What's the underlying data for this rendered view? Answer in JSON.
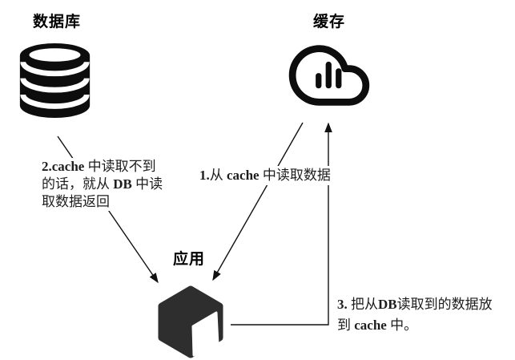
{
  "canvas": {
    "bg": "#ffffff"
  },
  "colors": {
    "ink": "#0d0d0d",
    "hex_fill": "#2e2e2e",
    "text": "#1d1d1d"
  },
  "nodes": {
    "database": {
      "label": "数据库",
      "icon": "database-icon"
    },
    "cache": {
      "label": "缓存",
      "icon": "cloud-stats-icon"
    },
    "app": {
      "label": "应用",
      "icon": "cube-icon"
    }
  },
  "annotations": {
    "step1": {
      "lines": [
        [
          [
            "1.",
            true
          ],
          [
            "从 ",
            false
          ],
          [
            "cache",
            true
          ],
          [
            " 中读取数据",
            false
          ]
        ]
      ]
    },
    "step2": {
      "lines": [
        [
          [
            "2.cache",
            true
          ],
          [
            " 中读取不到",
            false
          ]
        ],
        [
          [
            "的话，就从 ",
            false
          ],
          [
            "DB",
            true
          ],
          [
            " 中读",
            false
          ]
        ],
        [
          [
            "取数据返回",
            false
          ]
        ]
      ]
    },
    "step3": {
      "lines": [
        [
          [
            "3.",
            true
          ],
          [
            " 把从",
            false
          ],
          [
            "DB",
            true
          ],
          [
            "读取到的数据放",
            false
          ]
        ],
        [
          [
            "到 ",
            false
          ],
          [
            "cache",
            true
          ],
          [
            " 中。",
            false
          ]
        ]
      ]
    }
  }
}
